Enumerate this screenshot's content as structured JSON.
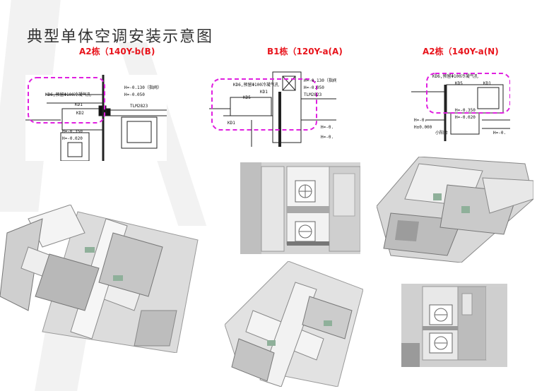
{
  "page": {
    "title": "典型单体空调安装示意图",
    "captions": [
      "A2栋（140Y-b(B)",
      "B1栋（120Y-a(A)",
      "A2栋（140Y-a(N)"
    ]
  },
  "plan_labels": {
    "a": [
      "KD6,预留Φ100冷凝气孔",
      "KD1",
      "KD2",
      "H=-0.130（指阀）",
      "H=-0.050",
      "H=-0.350",
      "H=-0.020",
      "TLM2823"
    ],
    "b": [
      "KD6,预留Φ100冷凝气孔",
      "KD1",
      "KD5",
      "KD1",
      "H=-0.130（指阀）",
      "H=-0.050",
      "TLM2823",
      "H=-0.",
      "H=-0."
    ],
    "c": [
      "KD6,预留Φ100冷凝气孔",
      "KD5",
      "KD1",
      "H=-0.350",
      "H=-0.020",
      "H=-0.",
      "H±0.000",
      "小阳台",
      "H=-0."
    ]
  },
  "colors": {
    "caption": "#e8141c",
    "highlight": "#e020e0",
    "title": "#333333"
  }
}
